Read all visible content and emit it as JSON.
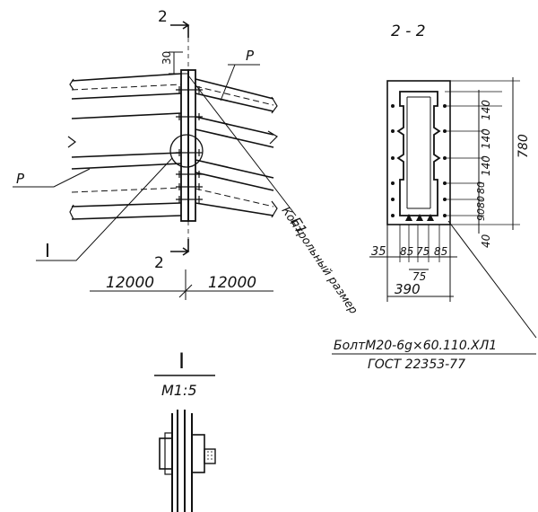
{
  "section_marks": {
    "top_number": "2",
    "bottom_number": "2"
  },
  "dimensions": {
    "top_offset": "30",
    "span_left": "12000",
    "span_right": "12000",
    "control_size": "Контрольный размер"
  },
  "labels": {
    "p_top": "P",
    "p_left": "P",
    "node_callout": "I",
    "e1": "E1"
  },
  "section_view": {
    "title": "2 - 2",
    "spacing_1": "140",
    "spacing_2": "140",
    "spacing_3": "140",
    "spacing_4": "80",
    "spacing_5": "80",
    "spacing_6": "90",
    "bottom_gap": "40",
    "total_height": "780",
    "width_35": "35",
    "width_85a": "85",
    "width_75a": "75",
    "width_85b": "85",
    "width_75b": "75",
    "total_width": "390"
  },
  "bolt_spec": {
    "line1": "БолтМ20-6g×60.110.ХЛ1",
    "line2": "ГОСТ 22353-77"
  },
  "detail": {
    "title": "I",
    "scale": "М1:5"
  }
}
